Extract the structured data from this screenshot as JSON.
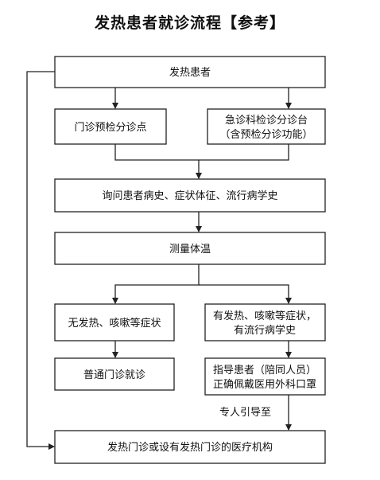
{
  "title": "发热患者就诊流程【参考】",
  "nodes": {
    "fever_patient": "发热患者",
    "clinic_triage": "门诊预检分诊点",
    "emergency_triage_line1": "急诊科检诊分诊台",
    "emergency_triage_line2": "（含预检分诊功能）",
    "inquiry": "询问患者病史、症状体征、流行病学史",
    "measure_temp": "测量体温",
    "no_fever": "无发热、咳嗽等症状",
    "has_fever_line1": "有发热、咳嗽等症状，",
    "has_fever_line2": "有流行病学史",
    "regular_clinic": "普通门诊就诊",
    "guide_line1": "指导患者（陪同人员）",
    "guide_line2": "正确佩戴医用外科口罩",
    "fever_clinic": "发热门诊或设有发热门诊的医疗机构"
  },
  "edge_labels": {
    "escort": "专人引导至"
  }
}
